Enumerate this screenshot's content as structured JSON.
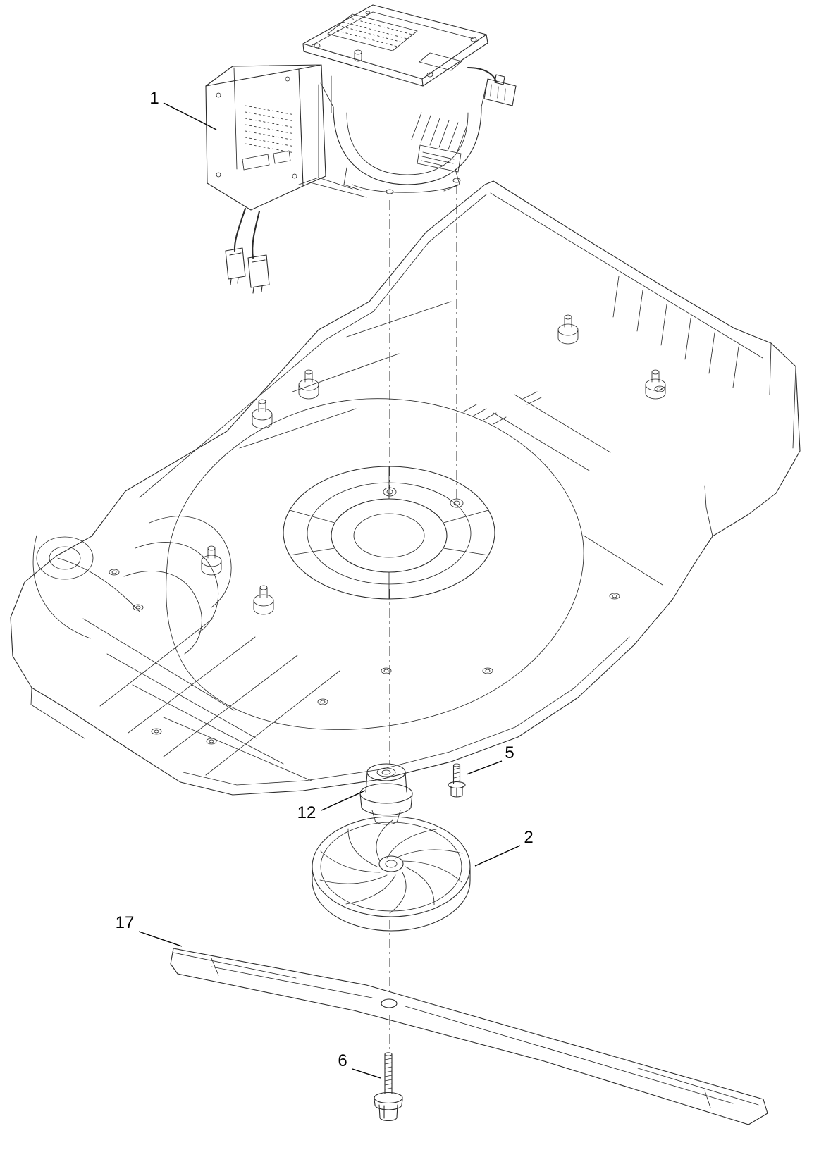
{
  "diagram": {
    "type": "exploded-parts-diagram",
    "background_color": "#ffffff",
    "line_color": "#2b2b2b",
    "text_color": "#000000",
    "callouts": [
      {
        "label": "1"
      },
      {
        "label": "5"
      },
      {
        "label": "12"
      },
      {
        "label": "2"
      },
      {
        "label": "17"
      },
      {
        "label": "6"
      }
    ]
  }
}
